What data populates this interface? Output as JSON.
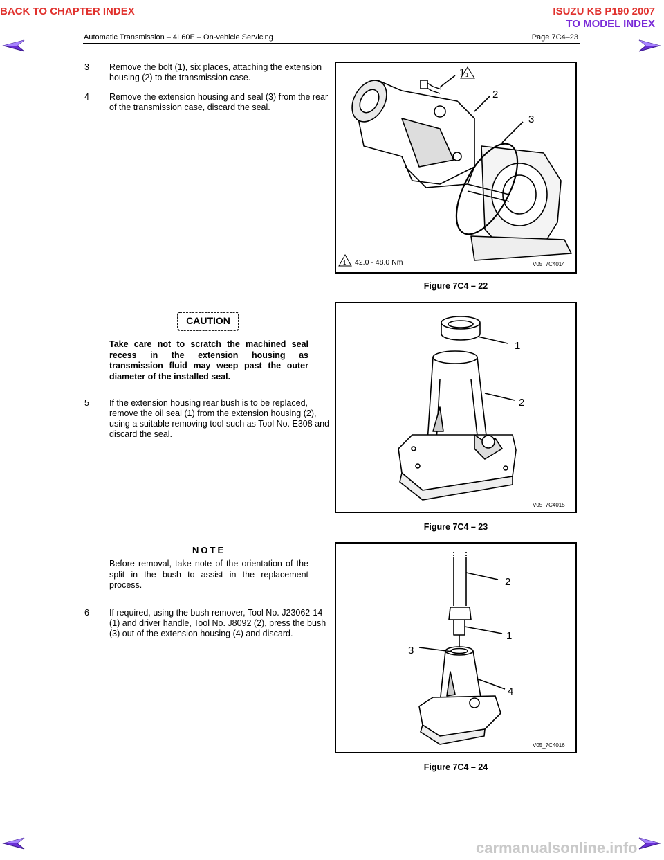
{
  "header": {
    "back_to_chapter": "BACK TO CHAPTER INDEX",
    "model_title": "ISUZU KB P190 2007",
    "to_model_index": "TO MODEL INDEX",
    "section_title": "Automatic Transmission – 4L60E – On-vehicle Servicing",
    "page_number": "Page 7C4–23",
    "colors": {
      "red": "#e0312d",
      "purple": "#7a2bd8",
      "arrow": "#7a2bd8"
    }
  },
  "nav": {
    "prev_icon": "left-arrow-icon",
    "next_icon": "right-arrow-icon"
  },
  "steps": [
    {
      "num": "3",
      "text": "Remove the bolt (1), six places, attaching the extension housing (2) to the transmission case."
    },
    {
      "num": "4",
      "text": "Remove the extension housing and seal (3) from the rear of the transmission case, discard the seal."
    },
    {
      "num": "5",
      "text": "If the extension housing rear bush is to be replaced, remove the oil seal (1) from the extension housing (2), using a suitable removing tool such as Tool No. E308 and discard the seal."
    },
    {
      "num": "6",
      "text": "If required, using the bush remover, Tool No. J23062-14 (1) and driver handle, Tool No. J8092 (2), press the bush (3) out of the extension housing (4) and discard."
    }
  ],
  "caution": {
    "label": "CAUTION",
    "text": "Take care not to scratch the machined seal recess in the extension housing as transmission fluid may weep past the outer diameter of the installed seal."
  },
  "note": {
    "label": "NOTE",
    "text": "Before removal, take note of the orientation of the split in the bush to assist in the replacement process."
  },
  "figures": [
    {
      "caption": "Figure 7C4 – 22",
      "code": "V05_7C4014",
      "torque": "42.0 - 48.0 Nm",
      "callouts": [
        "1",
        "2",
        "3"
      ],
      "torque_ref": "1"
    },
    {
      "caption": "Figure 7C4 – 23",
      "code": "V05_7C4015",
      "callouts": [
        "1",
        "2"
      ]
    },
    {
      "caption": "Figure 7C4 – 24",
      "code": "V05_7C4016",
      "callouts": [
        "2",
        "1",
        "3",
        "4"
      ]
    }
  ],
  "footer": {
    "watermark": "carmanualsonline.info"
  }
}
